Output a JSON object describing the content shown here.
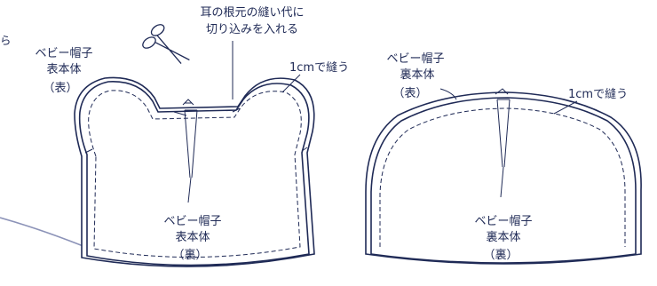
{
  "labels": {
    "ear_cut_note_line1": "耳の根元の縫い代に",
    "ear_cut_note_line2": "切り込みを入れる",
    "left_top_line1": "ベビー帽子",
    "left_top_line2": "表本体",
    "left_top_line3": "（表）",
    "left_seam": "1cmで縫う",
    "left_bottom_line1": "ベビー帽子",
    "left_bottom_line2": "表本体",
    "left_bottom_line3": "（裏）",
    "right_top_line1": "ベビー帽子",
    "right_top_line2": "裏本体",
    "right_top_line3": "（表）",
    "right_seam": "1cmで縫う",
    "right_bottom_line1": "ベビー帽子",
    "right_bottom_line2": "裏本体",
    "right_bottom_line3": "（裏）",
    "edge_fragment": "ら"
  },
  "colors": {
    "ink": "#1f2a56",
    "background": "#ffffff"
  }
}
